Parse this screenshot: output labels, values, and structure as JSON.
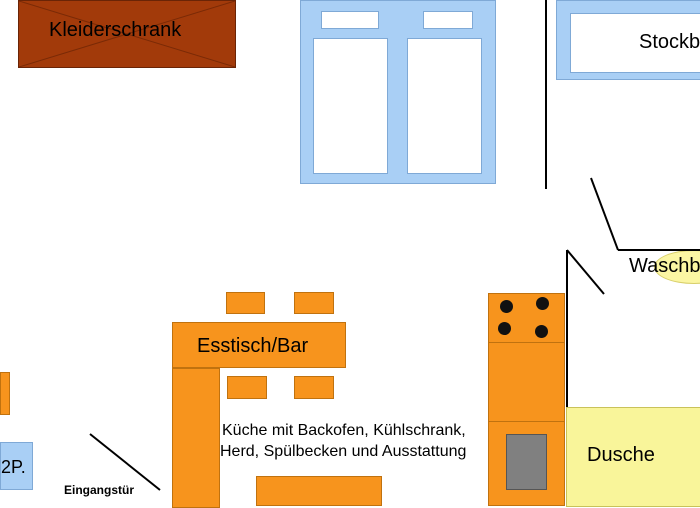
{
  "labels": {
    "wardrobe": "Kleiderschrank",
    "bunk_bed": "Stockb",
    "washbasin": "Waschb",
    "dining_table": "Esstisch/Bar",
    "kitchen_line1": "Küche mit Backofen, Kühlschrank,",
    "kitchen_line2": "Herd, Spülbecken und Ausstattung",
    "shower": "Dusche",
    "entrance_door": "Eingangstür",
    "left_partial": "2P."
  },
  "colors": {
    "wardrobe": "#a23a0a",
    "window_blue": "#a9cff5",
    "furniture_orange": "#f7941d",
    "shower_yellow": "#f9f59a",
    "washbasin_yellow": "#fbf6a3",
    "fridge_gray": "#808080",
    "line": "#000000",
    "stove_burner": "#111111"
  }
}
